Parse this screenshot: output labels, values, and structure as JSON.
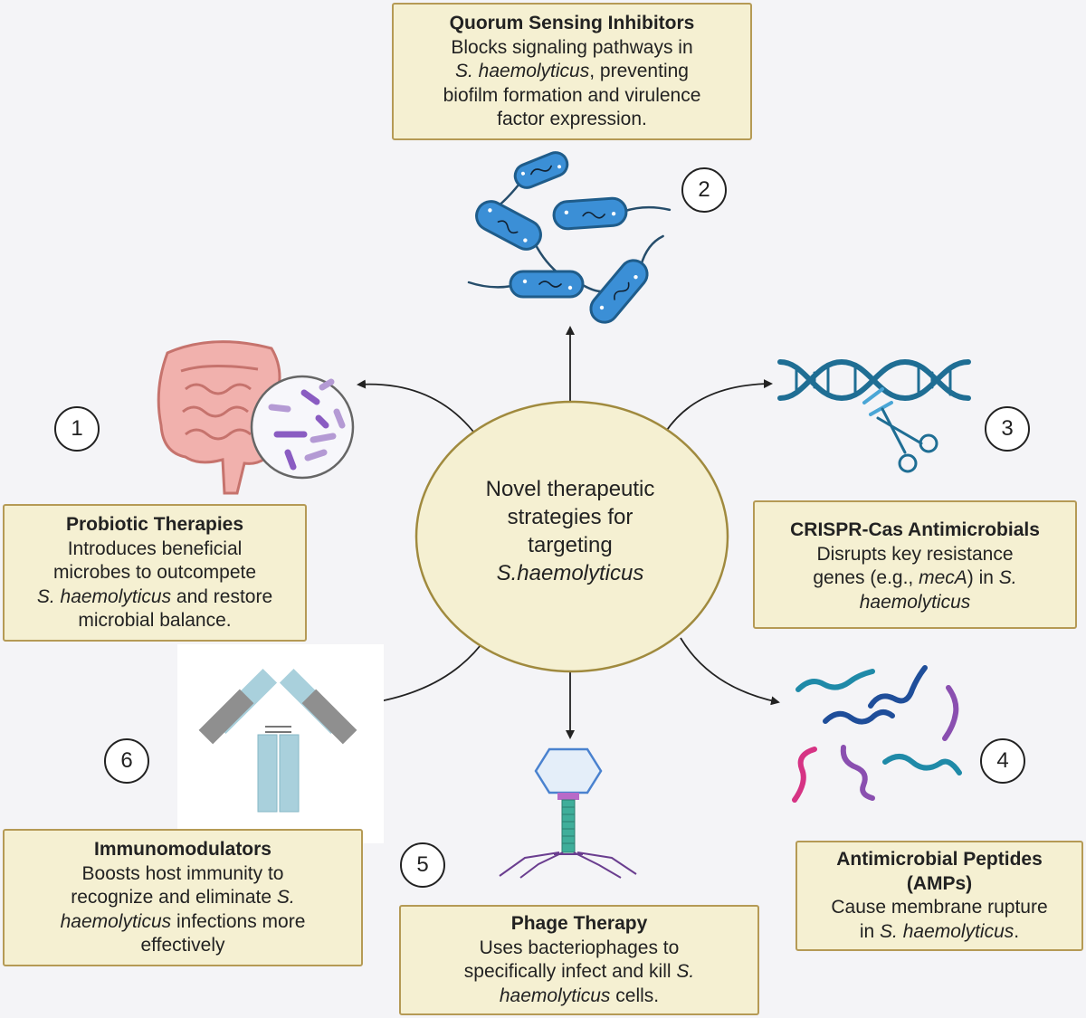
{
  "center": {
    "line1": "Novel  therapeutic",
    "line2": "strategies for",
    "line3": "targeting",
    "line4": "S.haemolyticus"
  },
  "strategies": {
    "quorum": {
      "number": "2",
      "title": "Quorum Sensing Inhibitors",
      "text_a": "Blocks signaling pathways in",
      "organism": "S. haemolyticus",
      "text_b": ", preventing",
      "text_c": "biofilm formation and virulence",
      "text_d": "factor expression."
    },
    "probiotic": {
      "number": "1",
      "title": "Probiotic Therapies",
      "text_a": "Introduces beneficial",
      "text_b": "microbes to outcompete",
      "organism": "S. haemolyticus",
      "text_c": " and restore",
      "text_d": "microbial balance."
    },
    "crispr": {
      "number": "3",
      "title": "CRISPR-Cas Antimicrobials",
      "text_a": "Disrupts key resistance",
      "text_b": "genes  (e.g., ",
      "gene": "mecA",
      "text_c": ") in ",
      "organism_a": "S.",
      "organism_b": "haemolyticus"
    },
    "amp": {
      "number": "4",
      "title_a": "Antimicrobial Peptides",
      "title_b": "(AMPs)",
      "text_a": "Cause membrane rupture",
      "text_b": "in ",
      "organism": "S. haemolyticus",
      "text_c": "."
    },
    "phage": {
      "number": "5",
      "title": "Phage Therapy",
      "text_a": "Uses bacteriophages to",
      "text_b": "specifically infect and kill ",
      "organism_a": "S.",
      "organism_b": "haemolyticus",
      "text_c": " cells."
    },
    "immuno": {
      "number": "6",
      "title": "Immunomodulators",
      "text_a": "Boosts host immunity to",
      "text_b": "recognize and eliminate ",
      "organism_a": "S.",
      "organism_b": "haemolyticus",
      "text_c": " infections more",
      "text_d": "effectively"
    }
  },
  "colors": {
    "box_fill": "#f5f0d2",
    "box_border": "#b59a55",
    "ellipse_fill": "#f5f0d2",
    "ellipse_border": "#a08a3e",
    "bacteria_blue": "#3b8fd6",
    "dna_teal": "#1f6e94",
    "peptide_magenta": "#d63384",
    "peptide_purple": "#8a4fb0",
    "antibody_blue": "#a9d0dc",
    "antibody_grey": "#8f8f8f"
  },
  "icons": {
    "quorum": "rod-bacteria-icon",
    "probiotic": "intestine-microbes-icon",
    "crispr": "dna-scissors-icon",
    "amp": "peptide-squiggles-icon",
    "phage": "bacteriophage-icon",
    "immuno": "antibody-icon"
  }
}
